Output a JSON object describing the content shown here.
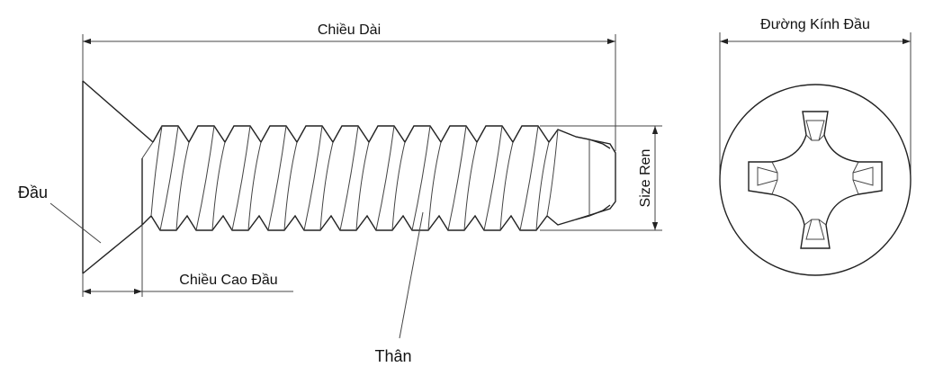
{
  "labels": {
    "length": "Chiều Dài",
    "head_diameter": "Đường Kính Đầu",
    "head": "Đầu",
    "head_height": "Chiều Cao Đầu",
    "thread_size": "Size Ren",
    "shank": "Thân"
  },
  "colors": {
    "line": "#222222",
    "text": "#111111",
    "background": "#ffffff"
  }
}
